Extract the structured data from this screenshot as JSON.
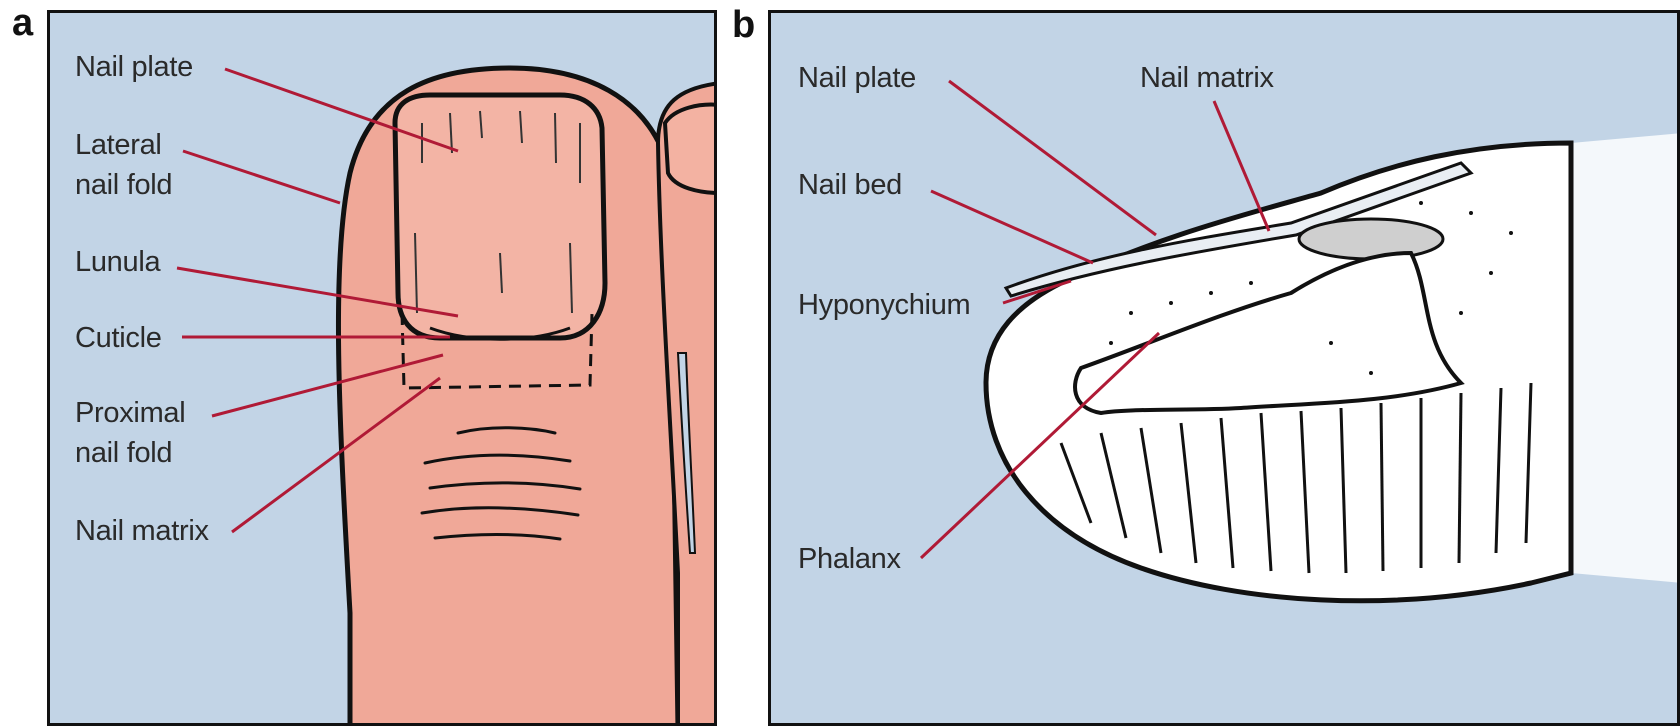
{
  "panels": [
    {
      "letter": "a",
      "labels": {
        "nail_plate": "Nail plate",
        "lateral_1": "Lateral",
        "lateral_2": "nail fold",
        "lunula": "Lunula",
        "cuticle": "Cuticle",
        "proximal_1": "Proximal",
        "proximal_2": "nail fold",
        "nail_matrix": "Nail matrix"
      }
    },
    {
      "letter": "b",
      "labels": {
        "nail_plate": "Nail plate",
        "nail_matrix": "Nail matrix",
        "nail_bed": "Nail bed",
        "hyponychium": "Hyponychium",
        "phalanx": "Phalanx"
      }
    }
  ],
  "colors": {
    "background": "#c2d4e6",
    "skin": "#f0a898",
    "leader_line": "#b01a36",
    "outline": "#111111"
  }
}
